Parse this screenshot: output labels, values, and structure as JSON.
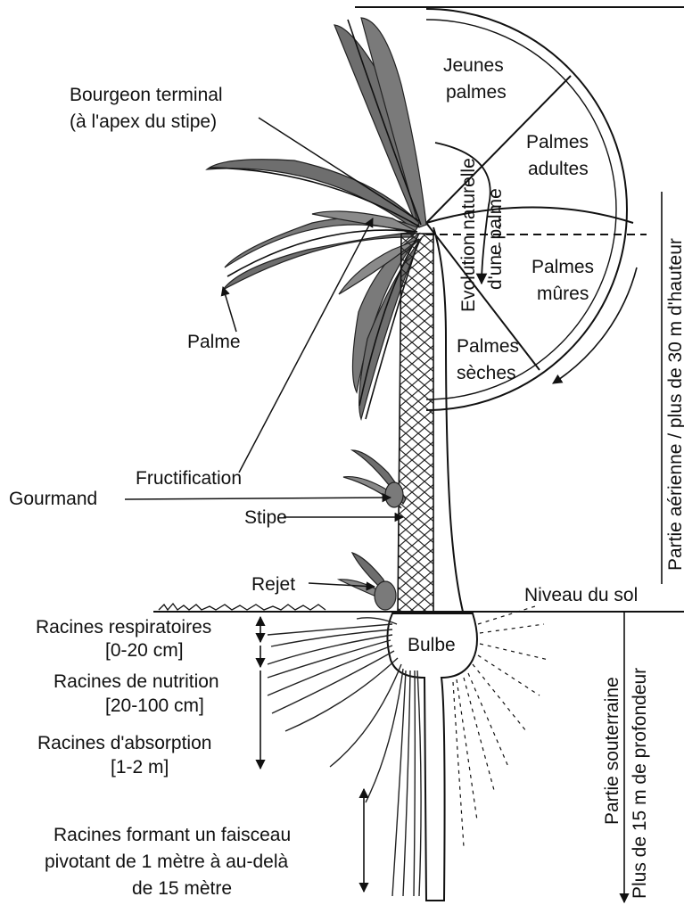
{
  "labels": {
    "bourgeon_1": "Bourgeon terminal",
    "bourgeon_2": "(à l'apex du stipe)",
    "palme": "Palme",
    "fructification": "Fructification",
    "gourmand": "Gourmand",
    "stipe": "Stipe",
    "rejet": "Rejet",
    "niveau_sol": "Niveau du sol",
    "bulbe": "Bulbe",
    "racines_resp_1": "Racines respiratoires",
    "racines_resp_2": "[0-20 cm]",
    "racines_nutr_1": "Racines de nutrition",
    "racines_nutr_2": "[20-100 cm]",
    "racines_abs_1": "Racines d'absorption",
    "racines_abs_2": "[1-2 m]",
    "racines_faisceau_1": "Racines formant un faisceau",
    "racines_faisceau_2": "pivotant de 1 mètre à au-delà",
    "racines_faisceau_3": "de 15 mètre"
  },
  "palm_stages": {
    "jeunes_1": "Jeunes",
    "jeunes_2": "palmes",
    "adultes_1": "Palmes",
    "adultes_2": "adultes",
    "mures_1": "Palmes",
    "mures_2": "mûres",
    "seches_1": "Palmes",
    "seches_2": "sèches",
    "evolution_1": "Evolution naturelle",
    "evolution_2": "d'une palme"
  },
  "side_labels": {
    "aerienne": "Partie aérienne / plus de 30 m d'hauteur",
    "souterraine_1": "Partie souterraine",
    "souterraine_2": "Plus de 15 m de profondeur"
  }
}
